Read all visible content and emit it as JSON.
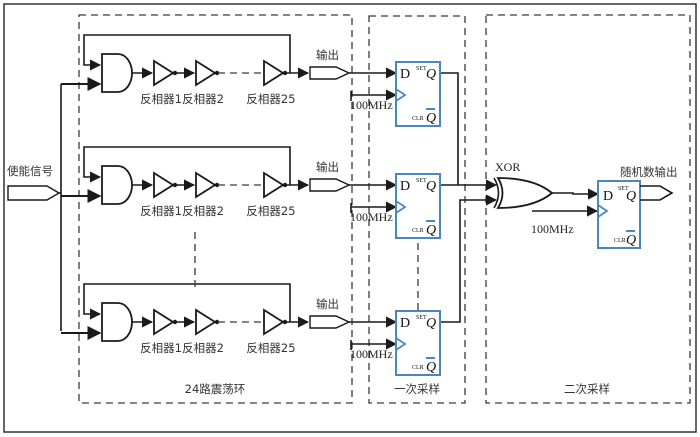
{
  "enable_signal_label": "使能信号",
  "ring_oscillators": {
    "group_label": "24路震荡环",
    "output_label": "输出",
    "inverters": [
      "反相器1",
      "反相器2",
      "反相器25"
    ],
    "rows": 3
  },
  "first_sampling": {
    "group_label": "一次采样",
    "clock_label": "100MHz",
    "flipflop": {
      "d": "D",
      "set": "SET",
      "q": "Q",
      "clr": "CLR",
      "qbar": "Q"
    }
  },
  "second_sampling": {
    "group_label": "二次采样",
    "xor_label": "XOR",
    "clock_label": "100MHz",
    "output_label": "随机数输出",
    "flipflop": {
      "d": "D",
      "set": "SET",
      "q": "Q",
      "clr": "CLR",
      "qbar": "Q"
    }
  },
  "colors": {
    "flipflop_border": "#4a86c0",
    "wire": "#1a1a1a"
  }
}
